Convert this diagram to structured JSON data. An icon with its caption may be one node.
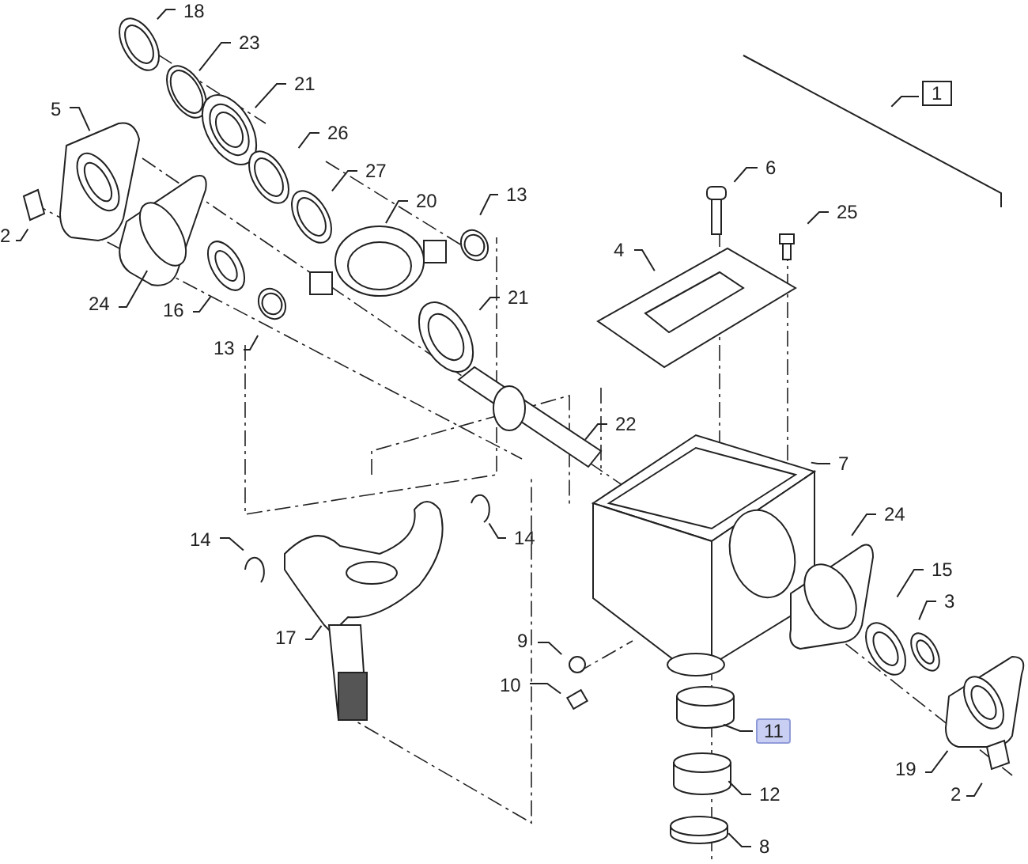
{
  "diagram": {
    "nodes": [
      {
        "text": [
          "18"
        ]
      },
      {
        "text": [
          "23"
        ]
      },
      {
        "text": [
          "1"
        ]
      },
      {
        "text": [
          "21"
        ]
      },
      {
        "text": [
          "5"
        ]
      },
      {
        "text": [
          "26"
        ]
      },
      {
        "text": [
          "6"
        ]
      },
      {
        "text": [
          "27"
        ]
      },
      {
        "text": [
          "20"
        ]
      },
      {
        "text": [
          "13"
        ]
      },
      {
        "text": [
          "25"
        ]
      },
      {
        "text": [
          "2"
        ]
      },
      {
        "text": [
          "4"
        ]
      },
      {
        "text": [
          "21"
        ]
      },
      {
        "text": [
          "24"
        ]
      },
      {
        "text": [
          "16"
        ]
      },
      {
        "text": [
          "13"
        ]
      },
      {
        "text": [
          "22"
        ]
      },
      {
        "text": [
          "7"
        ]
      },
      {
        "text": [
          "24"
        ]
      },
      {
        "text": [
          "14"
        ]
      },
      {
        "text": [
          "14"
        ]
      },
      {
        "text": [
          "15"
        ]
      },
      {
        "text": [
          "3"
        ]
      },
      {
        "text": [
          "17"
        ]
      },
      {
        "text": [
          "9"
        ]
      },
      {
        "text": [
          "10"
        ]
      },
      {
        "text": [
          "11"
        ]
      },
      {
        "text": [
          "19"
        ]
      },
      {
        "text": [
          "2"
        ]
      },
      {
        "text": [
          "12"
        ]
      },
      {
        "text": [
          "8"
        ]
      }
    ],
    "edges": [
      {
        "from": 0,
        "to": null,
        "arrow": "none"
      },
      {
        "from": 1,
        "to": null,
        "arrow": "none"
      },
      {
        "from": 2,
        "to": null,
        "arrow": "none"
      },
      {
        "from": 3,
        "to": null,
        "arrow": "none"
      },
      {
        "from": 4,
        "to": null,
        "arrow": "none"
      },
      {
        "from": 5,
        "to": null,
        "arrow": "none"
      },
      {
        "from": 6,
        "to": null,
        "arrow": "none"
      },
      {
        "from": 7,
        "to": null,
        "arrow": "none"
      },
      {
        "from": 8,
        "to": null,
        "arrow": "none"
      },
      {
        "from": 9,
        "to": null,
        "arrow": "none"
      },
      {
        "from": 10,
        "to": null,
        "arrow": "none"
      },
      {
        "from": 11,
        "to": null,
        "arrow": "none"
      },
      {
        "from": 12,
        "to": null,
        "arrow": "none"
      },
      {
        "from": 13,
        "to": null,
        "arrow": "none"
      },
      {
        "from": 14,
        "to": null,
        "arrow": "none"
      },
      {
        "from": 15,
        "to": null,
        "arrow": "none"
      },
      {
        "from": 16,
        "to": null,
        "arrow": "none"
      },
      {
        "from": 17,
        "to": null,
        "arrow": "none"
      },
      {
        "from": 18,
        "to": null,
        "arrow": "none"
      },
      {
        "from": 19,
        "to": null,
        "arrow": "none"
      },
      {
        "from": 20,
        "to": null,
        "arrow": "none"
      },
      {
        "from": 21,
        "to": null,
        "arrow": "none"
      },
      {
        "from": 22,
        "to": null,
        "arrow": "none"
      },
      {
        "from": 23,
        "to": null,
        "arrow": "none"
      },
      {
        "from": 24,
        "to": null,
        "arrow": "none"
      },
      {
        "from": 25,
        "to": null,
        "arrow": "none"
      },
      {
        "from": 26,
        "to": null,
        "arrow": "none"
      },
      {
        "from": 27,
        "to": null,
        "arrow": "none"
      },
      {
        "from": 28,
        "to": null,
        "arrow": "none"
      },
      {
        "from": 29,
        "to": null,
        "arrow": "none"
      },
      {
        "from": 30,
        "to": null,
        "arrow": "none"
      },
      {
        "from": 31,
        "to": null,
        "arrow": "none"
      }
    ]
  }
}
